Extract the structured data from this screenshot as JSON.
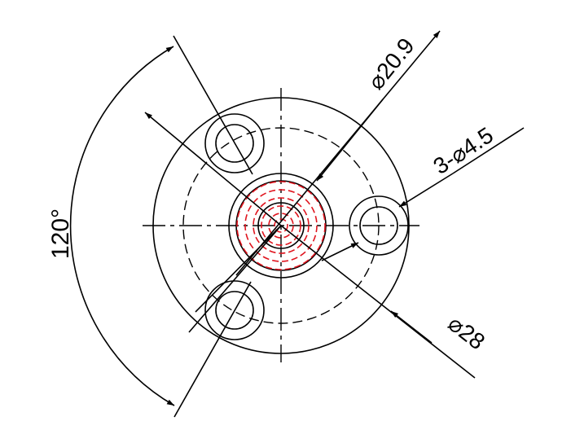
{
  "colors": {
    "line": "#000000",
    "hidden_red": "#e0141e",
    "background": "#ffffff"
  },
  "labels": {
    "angle": "120°",
    "dia_center": "⌀20.9",
    "holes": "3-⌀4.5",
    "dia_outer": "⌀28"
  }
}
